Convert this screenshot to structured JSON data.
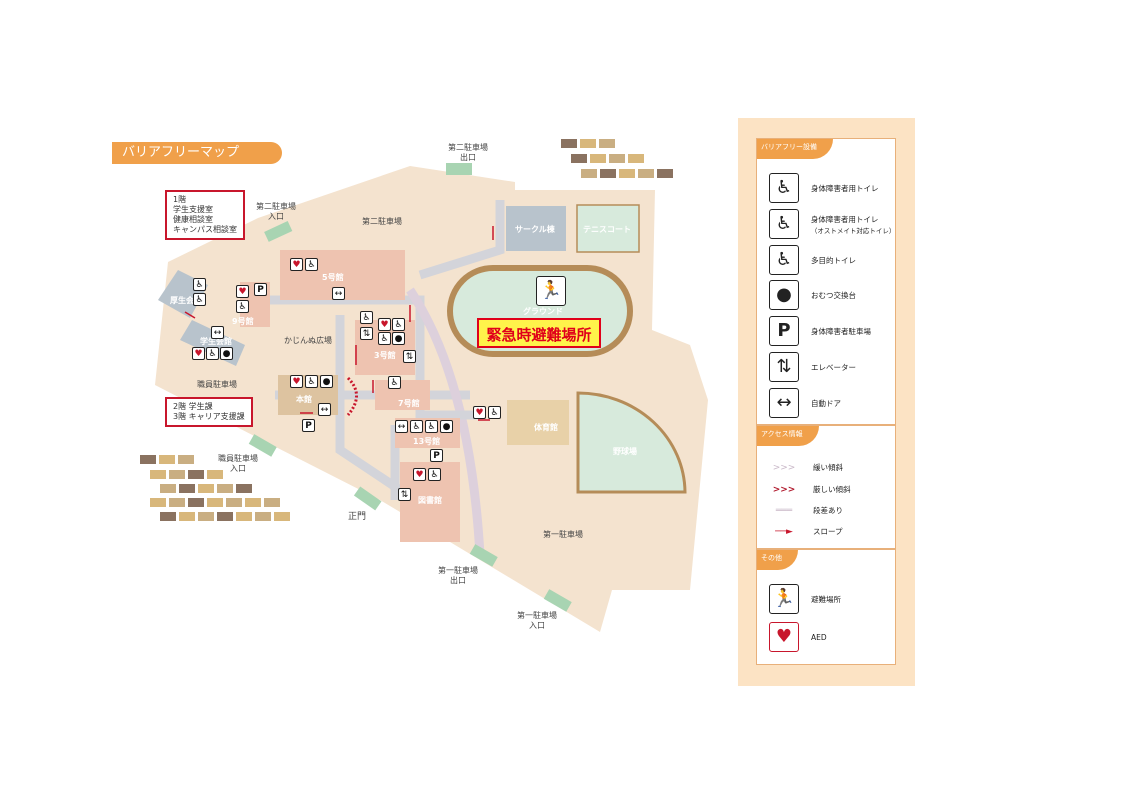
{
  "map": {
    "title": "バリアフリーマップ",
    "callouts": [
      {
        "lines": [
          "1階",
          "学生支援室",
          "健康相談室",
          "キャンパス相談室"
        ]
      },
      {
        "lines": [
          "2階 学生課",
          "3階 キャリア支援課"
        ]
      }
    ],
    "labels": {
      "parking2_exit": [
        "第二駐車場",
        "出口"
      ],
      "parking2_entrance": [
        "第二駐車場",
        "入口"
      ],
      "parking2": "第二駐車場",
      "staff_parking": "職員駐車場",
      "staff_parking_entrance": [
        "職員駐車場",
        "入口"
      ],
      "main_gate": "正門",
      "parking1": "第一駐車場",
      "parking1_exit": [
        "第一駐車場",
        "出口"
      ],
      "parking1_entrance": [
        "第一駐車場",
        "入口"
      ],
      "plaza": "かじんぬ広場"
    },
    "buildings": {
      "welfare_hall": "厚生会館",
      "student_hall": "学生会館",
      "bldg9": "9号館",
      "bldg5": "5号館",
      "bldg3": "3号館",
      "bldg7": "7号館",
      "main_bldg": "本館",
      "bldg13": "13号館",
      "library": "図書館",
      "gym": "体育館",
      "baseball": "野球場",
      "ground": "グラウンド",
      "circle": "サークル棟",
      "tennis": "テニスコート"
    },
    "evacuation_label": "緊急時避難場所"
  },
  "legend": {
    "section1": {
      "title": "バリアフリー設備",
      "items": [
        {
          "icon": "accessible-toilet-icon",
          "label": "身体障害者用トイレ"
        },
        {
          "icon": "ostomate-toilet-icon",
          "label": "身体障害者用トイレ",
          "sub": "（オストメイト対応トイレ）"
        },
        {
          "icon": "multipurpose-toilet-icon",
          "label": "多目的トイレ"
        },
        {
          "icon": "baby-changing-icon",
          "label": "おむつ交換台"
        },
        {
          "icon": "accessible-parking-icon",
          "label": "身体障害者駐車場"
        },
        {
          "icon": "elevator-icon",
          "label": "エレベーター"
        },
        {
          "icon": "automatic-door-icon",
          "label": "自動ドア"
        }
      ]
    },
    "section2": {
      "title": "アクセス情報",
      "items": [
        {
          "mark": ">>>",
          "label": "緩い傾斜",
          "color": "#c9b8c8"
        },
        {
          "mark": ">>>",
          "label": "厳しい傾斜",
          "color": "#b0182c"
        },
        {
          "mark": "═══",
          "label": "段差あり",
          "color": "#c9b8c8"
        },
        {
          "mark": "──►",
          "label": "スロープ",
          "color": "#c8162c"
        }
      ]
    },
    "section3": {
      "title": "その他",
      "items": [
        {
          "icon": "evacuation-site-icon",
          "label": "避難場所"
        },
        {
          "icon": "aed-icon",
          "label": "AED"
        }
      ]
    }
  },
  "colors": {
    "campus": "#f4e3cf",
    "building": "#eec3b0",
    "accent": "#f0a04a",
    "field": "#d7eadc",
    "red": "#c8162c"
  }
}
